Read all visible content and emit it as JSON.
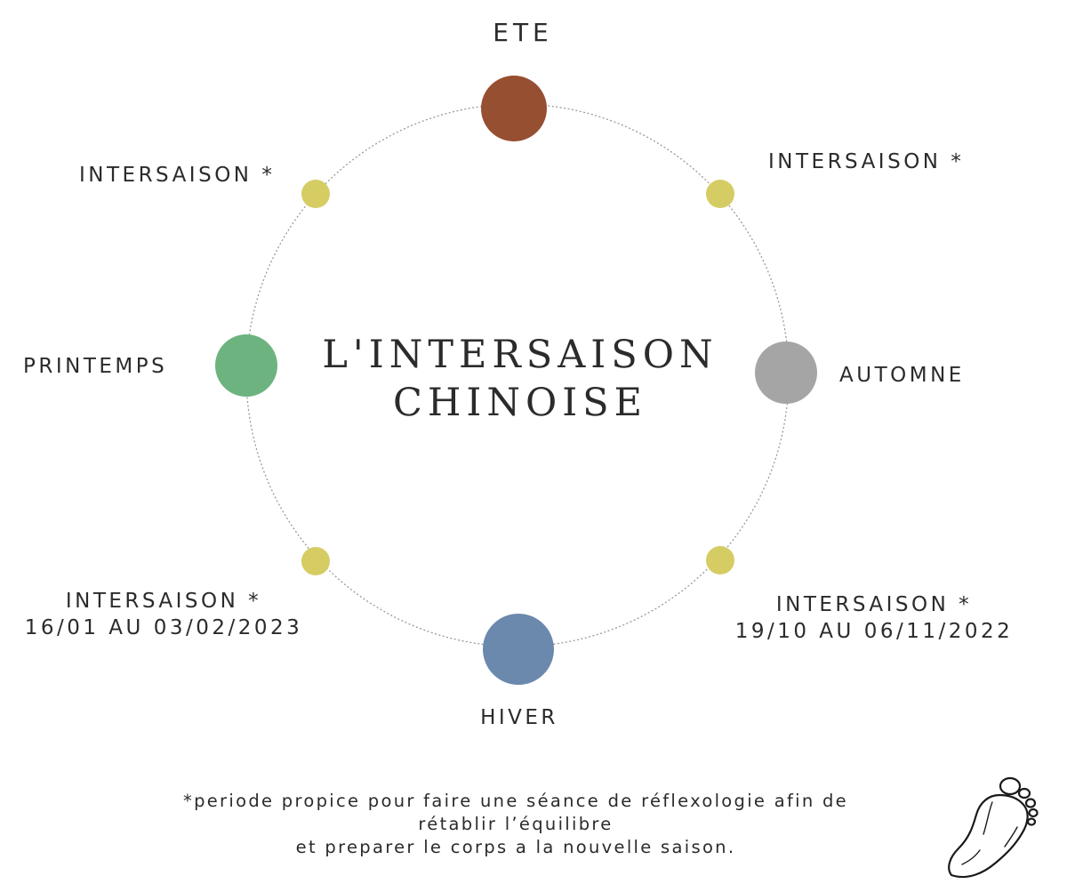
{
  "title": {
    "line1": "L'INTERSAISON",
    "line2": "CHINOISE"
  },
  "seasons": {
    "ete": {
      "label": "ETE",
      "color": "#964f31"
    },
    "automne": {
      "label": "AUTOMNE",
      "color": "#a5a5a5"
    },
    "hiver": {
      "label": "HIVER",
      "color": "#6b88ad"
    },
    "printemps": {
      "label": "PRINTEMPS",
      "color": "#6db37f"
    }
  },
  "intersaisons": {
    "top_right": {
      "label": "INTERSAISON *"
    },
    "bottom_right": {
      "label": "INTERSAISON *",
      "dates": "19/10 AU 06/11/2022"
    },
    "bottom_left": {
      "label": "INTERSAISON *",
      "dates": "16/01 AU 03/02/2023"
    },
    "top_left": {
      "label": "INTERSAISON *"
    },
    "color": "#d5cd64"
  },
  "footnote": {
    "line1": "*periode propice pour faire une séance de réflexologie afin de",
    "line2": "rétablir l’équilibre",
    "line3": "et preparer le corps a la nouvelle saison."
  },
  "icons": {
    "foot": "foot-icon"
  }
}
